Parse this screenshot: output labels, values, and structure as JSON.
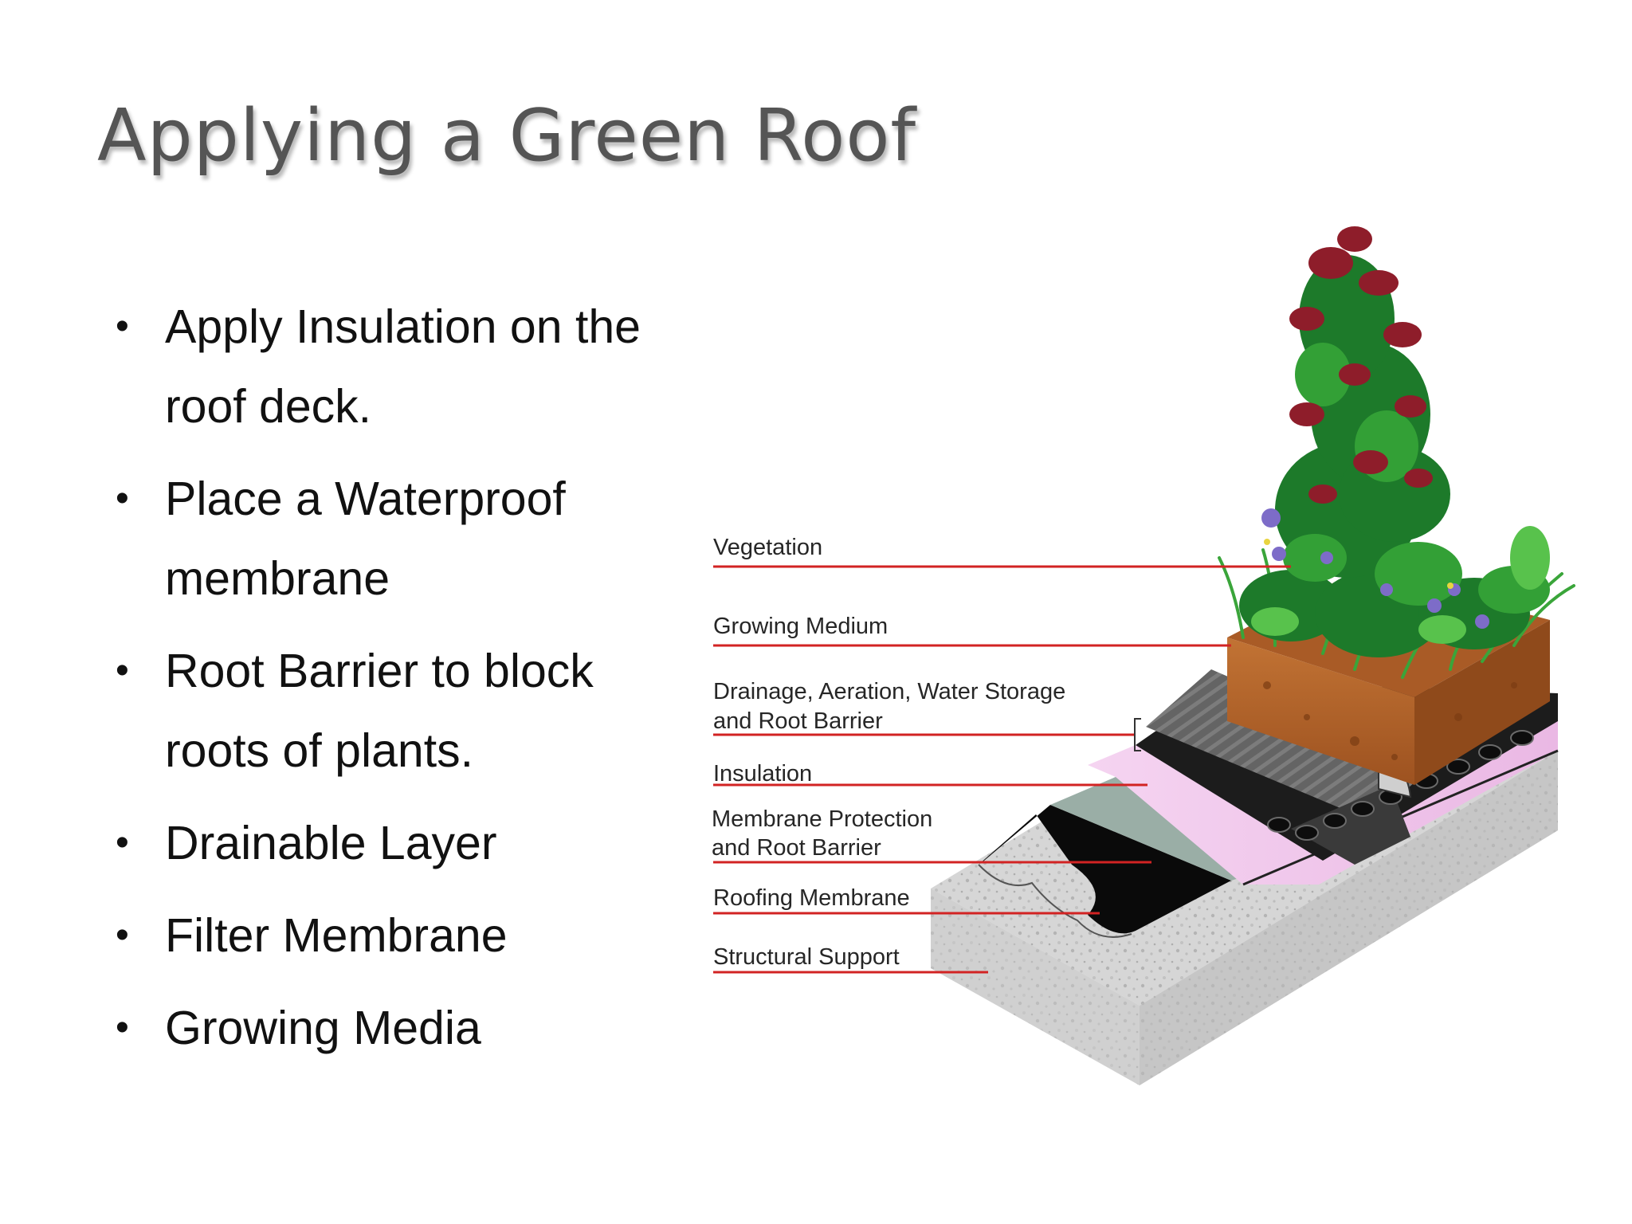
{
  "slide": {
    "title": "Applying a Green Roof",
    "bullets": [
      "Apply Insulation on the roof deck.",
      "Place a Waterproof membrane",
      "Root Barrier to block roots of plants.",
      "Drainable Layer",
      "Filter Membrane",
      "Growing Media"
    ]
  },
  "diagram": {
    "labels": [
      "Vegetation",
      "Growing Medium",
      "Drainage, Aeration, Water Storage",
      "and Root Barrier",
      "Insulation",
      "Membrane Protection",
      "and Root Barrier",
      "Roofing Membrane",
      "Structural Support"
    ],
    "leader_color": "#d22323",
    "colors": {
      "title": "#555555",
      "text": "#111111",
      "soil": "#b8642b",
      "drainage": "#5e5e5e",
      "insulation": "#f2c8ee",
      "membrane_protection": "#9aaea6",
      "roofing_membrane": "#0a0a0a",
      "structural_support": "#d4d4d4",
      "foliage": "#1d7a2a",
      "red_leaves": "#8e1d2a",
      "flowers": "#7d6cc8"
    }
  }
}
